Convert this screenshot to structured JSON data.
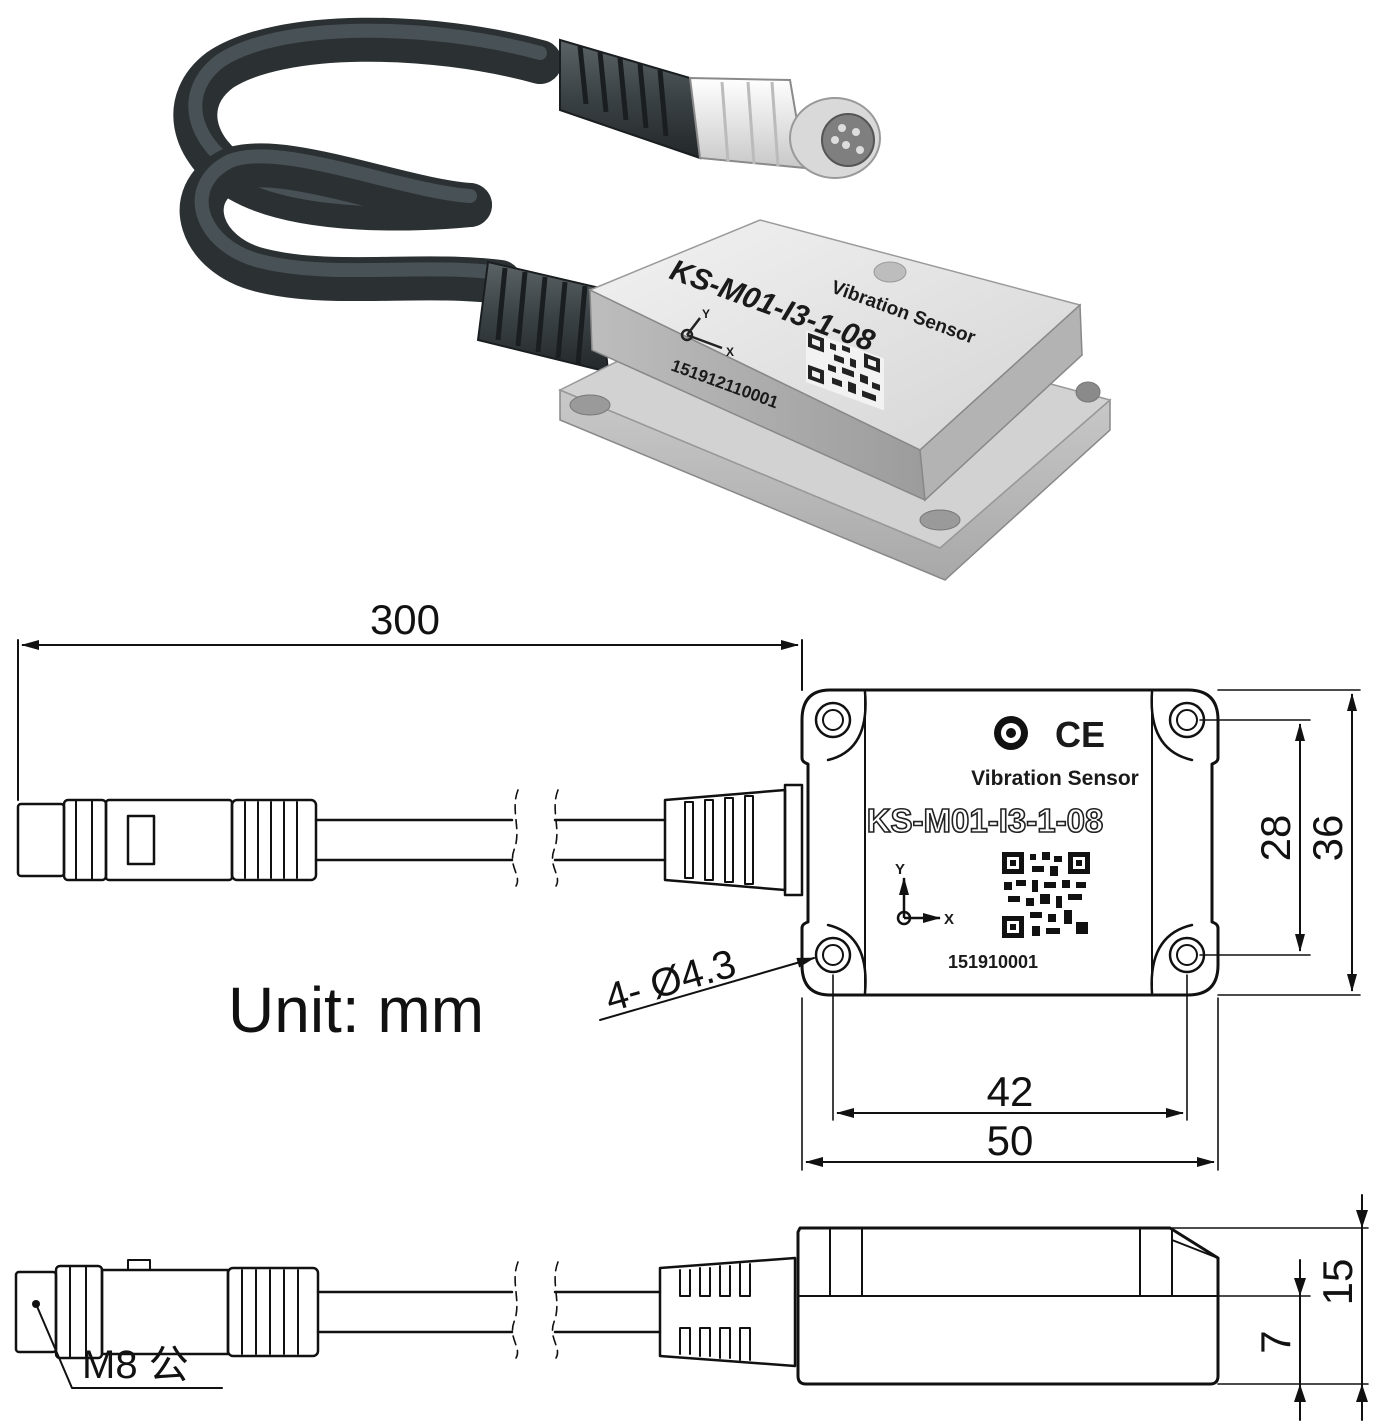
{
  "product": {
    "label_brand": "Vibration Sensor",
    "model": "KS-M01-I3-1-08",
    "serial_photo": "151912110001",
    "axis_y": "Y",
    "axis_x": "X"
  },
  "drawing": {
    "label_brand": "Vibration Sensor",
    "model": "KS-M01-I3-1-08",
    "serial": "151910001",
    "ce_mark": "CE",
    "axis_y": "Y",
    "axis_x": "X"
  },
  "dimensions": {
    "cable_length": "300",
    "hole_spacing_y": "28",
    "body_height": "36",
    "hole_spacing_x": "42",
    "body_width": "50",
    "hole_spec": "4- Ø4.3",
    "base_height": "7",
    "total_height": "15"
  },
  "unit_note": "Unit: mm",
  "connector_note": "M8 公",
  "colors": {
    "cable": "#3d4447",
    "housing": "#dcdcdc",
    "line": "#111111"
  }
}
